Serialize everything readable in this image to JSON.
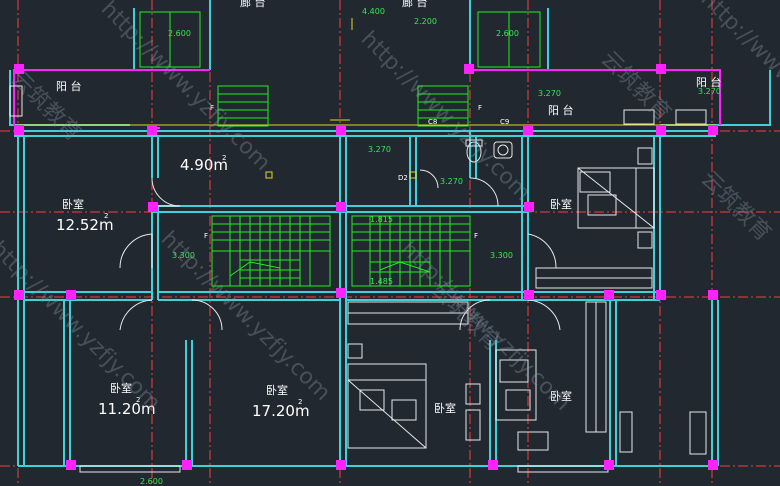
{
  "colors": {
    "background": "#212830",
    "wall": "#3fd0d8",
    "axis": "#ff3a3a",
    "column": "#ff22ff",
    "stair": "#22ee22",
    "furniture": "#e8e8e8",
    "dimension": "#35e84b",
    "yellow": "#e0d820"
  },
  "rooms": {
    "area_left_small": "4.90m",
    "area_bedroom_left": "12.52m",
    "area_bedroom_bottom_left": "11.20m",
    "area_bedroom_bottom_mid": "17.20m",
    "superscript": "2",
    "bedroom": "卧室",
    "balcony": "阳 台",
    "corridor": "廊 台",
    "floor_mark": "F"
  },
  "dimensions": {
    "top_left": "2.600",
    "top_right": "2.600",
    "top_center_a": "4.400",
    "top_center_b": "2.200",
    "elev_a": "3.270",
    "elev_b": "3.270",
    "elev_c": "3.270",
    "elev_d": "3.270",
    "elev_stair_left": "3.300",
    "elev_stair_right": "3.300",
    "stair_mid_a": "1.815",
    "stair_mid_b": "1.485",
    "bottom_left": "2.600",
    "door_c8": "C8",
    "door_c9": "C9",
    "door_d2": "D2"
  },
  "watermarks": {
    "url": "http://www.yzfjy.com",
    "brand": "云筑教育"
  }
}
